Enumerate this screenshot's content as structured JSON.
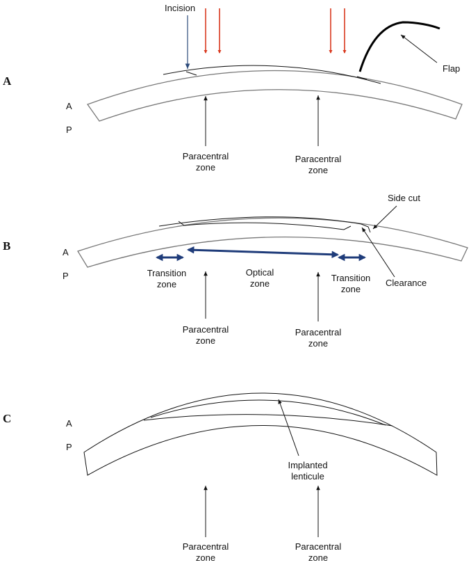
{
  "panels": {
    "a": {
      "letter": "A",
      "anterior": "A",
      "posterior": "P",
      "incision": "Incision",
      "flap": "Flap",
      "paracentral_left": [
        "Paracentral",
        "zone"
      ],
      "paracentral_right": [
        "Paracentral",
        "zone"
      ]
    },
    "b": {
      "letter": "B",
      "anterior": "A",
      "posterior": "P",
      "side_cut": "Side cut",
      "clearance": "Clearance",
      "transition_left": [
        "Transition",
        "zone"
      ],
      "optical": [
        "Optical",
        "zone"
      ],
      "transition_right": [
        "Transition",
        "zone"
      ],
      "paracentral_left": [
        "Paracentral",
        "zone"
      ],
      "paracentral_right": [
        "Paracentral",
        "zone"
      ]
    },
    "c": {
      "letter": "C",
      "anterior": "A",
      "posterior": "P",
      "implanted": [
        "Implanted",
        "lenticule"
      ],
      "paracentral_left": [
        "Paracentral",
        "zone"
      ],
      "paracentral_right": [
        "Paracentral",
        "zone"
      ]
    }
  },
  "colors": {
    "laser": "#d9381e",
    "zone_arrow": "#1f3c7a",
    "incision_arrow": "#2b4a7a",
    "outline": "#777777",
    "line": "#111111"
  }
}
